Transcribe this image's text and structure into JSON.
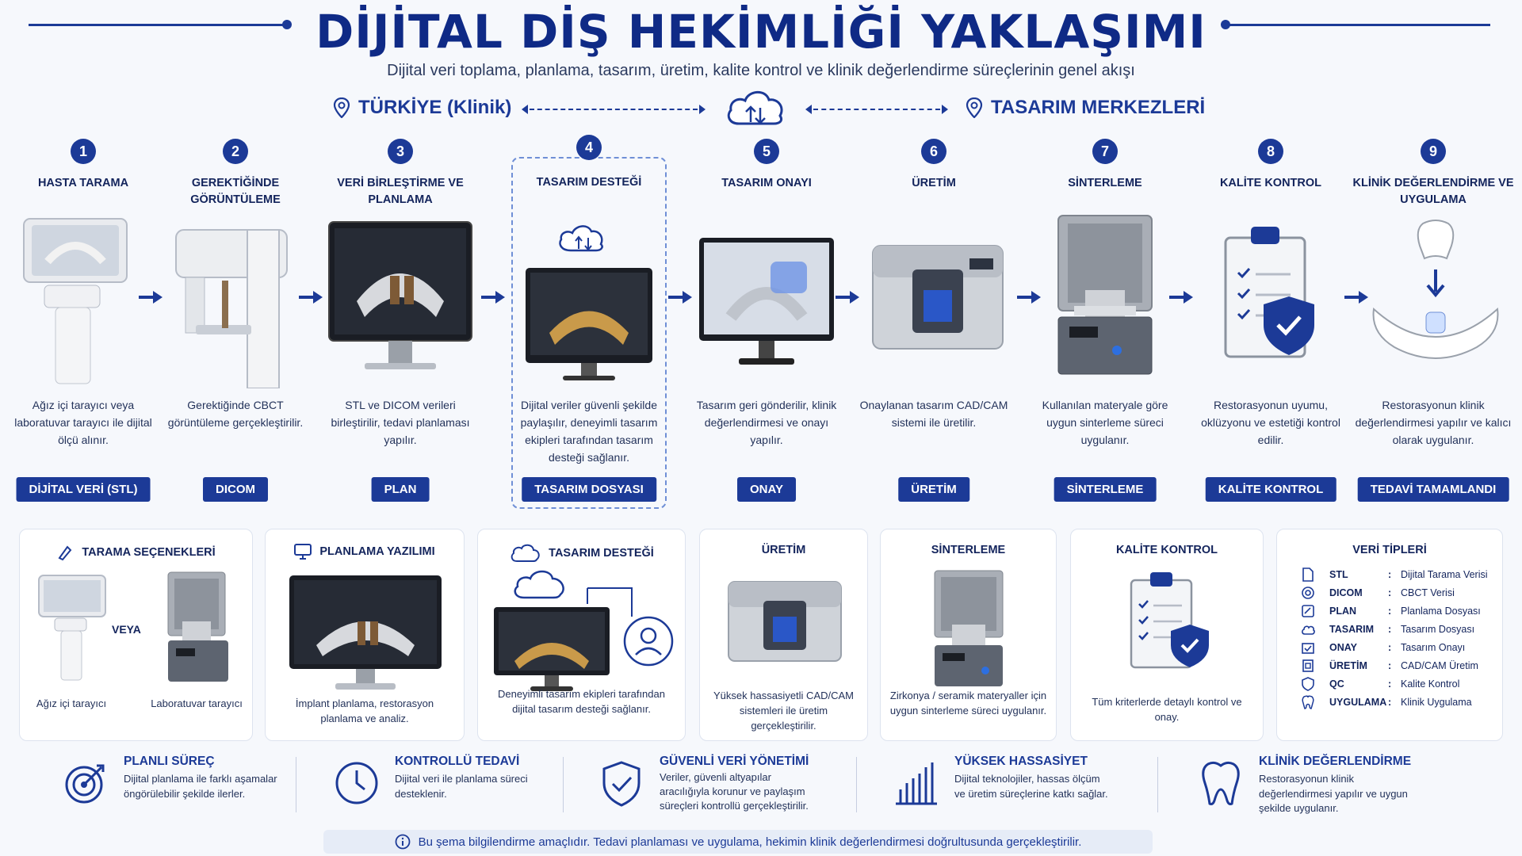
{
  "header": {
    "title": "DİJİTAL DİŞ HEKİMLİĞİ YAKLAŞIMI",
    "subtitle": "Dijital veri toplama, planlama, tasarım, üretim, kalite kontrol ve klinik değerlendirme süreçlerinin genel akışı",
    "left_location": "TÜRKİYE (Klinik)",
    "right_location": "TASARIM MERKEZLERİ"
  },
  "steps": [
    {
      "num": "1",
      "title": "HASTA TARAMA",
      "desc": "Ağız içi tarayıcı veya laboratuvar tarayıcı ile dijital ölçü alınır.",
      "badge": "DİJİTAL VERİ (STL)"
    },
    {
      "num": "2",
      "title": "GEREKTİĞİNDE GÖRÜNTÜLEME",
      "desc": "Gerektiğinde CBCT görüntüleme gerçekleştirilir.",
      "badge": "DICOM"
    },
    {
      "num": "3",
      "title": "VERİ BİRLEŞTİRME VE PLANLAMA",
      "desc": "STL ve DICOM verileri birleştirilir, tedavi planlaması yapılır.",
      "badge": "PLAN"
    },
    {
      "num": "4",
      "title": "TASARIM DESTEĞİ",
      "desc": "Dijital veriler güvenli şekilde paylaşılır, deneyimli tasarım ekipleri tarafından tasarım desteği sağlanır.",
      "badge": "TASARIM DOSYASI"
    },
    {
      "num": "5",
      "title": "TASARIM ONAYI",
      "desc": "Tasarım geri gönderilir, klinik değerlendirmesi ve onayı yapılır.",
      "badge": "ONAY"
    },
    {
      "num": "6",
      "title": "ÜRETİM",
      "desc": "Onaylanan tasarım CAD/CAM sistemi ile üretilir.",
      "badge": "ÜRETİM"
    },
    {
      "num": "7",
      "title": "SİNTERLEME",
      "desc": "Kullanılan materyale göre uygun sinterleme süreci uygulanır.",
      "badge": "SİNTERLEME"
    },
    {
      "num": "8",
      "title": "KALİTE KONTROL",
      "desc": "Restorasyonun uyumu, oklüzyonu ve estetiği kontrol edilir.",
      "badge": "KALİTE KONTROL"
    },
    {
      "num": "9",
      "title": "KLİNİK DEĞERLENDİRME VE UYGULAMA",
      "desc": "Restorasyonun klinik değerlendirmesi yapılır ve kalıcı olarak uygulanır.",
      "badge": "TEDAVİ TAMAMLANDI"
    }
  ],
  "cards": {
    "scan": {
      "title": "TARAMA SEÇENEKLERİ",
      "or": "VEYA",
      "left_caption": "Ağız içi tarayıcı",
      "right_caption": "Laboratuvar tarayıcı"
    },
    "planning": {
      "title": "PLANLAMA YAZILIMI",
      "caption": "İmplant planlama, restorasyon planlama ve analiz."
    },
    "design": {
      "title": "TASARIM DESTEĞİ",
      "caption": "Deneyimli tasarım ekipleri tarafından dijital tasarım desteği sağlanır."
    },
    "production": {
      "title": "ÜRETİM",
      "caption": "Yüksek hassasiyetli CAD/CAM sistemleri ile üretim gerçekleştirilir."
    },
    "sinter": {
      "title": "SİNTERLEME",
      "caption": "Zirkonya / seramik materyaller için uygun sinterleme süreci uygulanır."
    },
    "qc": {
      "title": "KALİTE KONTROL",
      "caption": "Tüm kriterlerde detaylı kontrol ve onay."
    },
    "legend": {
      "title": "VERİ TİPLERİ",
      "rows": [
        {
          "icon": "file-icon",
          "key": "STL",
          "value": "Dijital Tarama Verisi"
        },
        {
          "icon": "scan-icon",
          "key": "DICOM",
          "value": "CBCT Verisi"
        },
        {
          "icon": "plan-icon",
          "key": "PLAN",
          "value": "Planlama Dosyası"
        },
        {
          "icon": "cloud-icon",
          "key": "TASARIM",
          "value": "Tasarım Dosyası"
        },
        {
          "icon": "approve-icon",
          "key": "ONAY",
          "value": "Tasarım Onayı"
        },
        {
          "icon": "machine-icon",
          "key": "ÜRETİM",
          "value": "CAD/CAM Üretim"
        },
        {
          "icon": "shield-icon",
          "key": "QC",
          "value": "Kalite Kontrol"
        },
        {
          "icon": "tooth-icon",
          "key": "UYGULAMA",
          "value": "Klinik Uygulama"
        }
      ]
    }
  },
  "features": [
    {
      "title": "PLANLI SÜREÇ",
      "desc": "Dijital planlama ile farklı aşamalar öngörülebilir şekilde ilerler."
    },
    {
      "title": "KONTROLLÜ TEDAVİ",
      "desc": "Dijital veri ile planlama süreci desteklenir."
    },
    {
      "title": "GÜVENLİ VERİ YÖNETİMİ",
      "desc": "Veriler, güvenli altyapılar aracılığıyla korunur ve paylaşım süreçleri kontrollü gerçekleştirilir."
    },
    {
      "title": "YÜKSEK HASSASİYET",
      "desc": "Dijital teknolojiler, hassas ölçüm ve üretim süreçlerine katkı sağlar."
    },
    {
      "title": "KLİNİK DEĞERLENDİRME",
      "desc": "Restorasyonun klinik değerlendirmesi yapılır ve uygun şekilde uygulanır."
    }
  ],
  "notice": "Bu şema bilgilendirme amaçlıdır. Tedavi planlaması ve uygulama, hekimin klinik değerlendirmesi doğrultusunda gerçekleştirilir.",
  "colors": {
    "primary": "#1c3a97",
    "background": "#f6f8fc",
    "accent_light": "#6f8fd6"
  }
}
